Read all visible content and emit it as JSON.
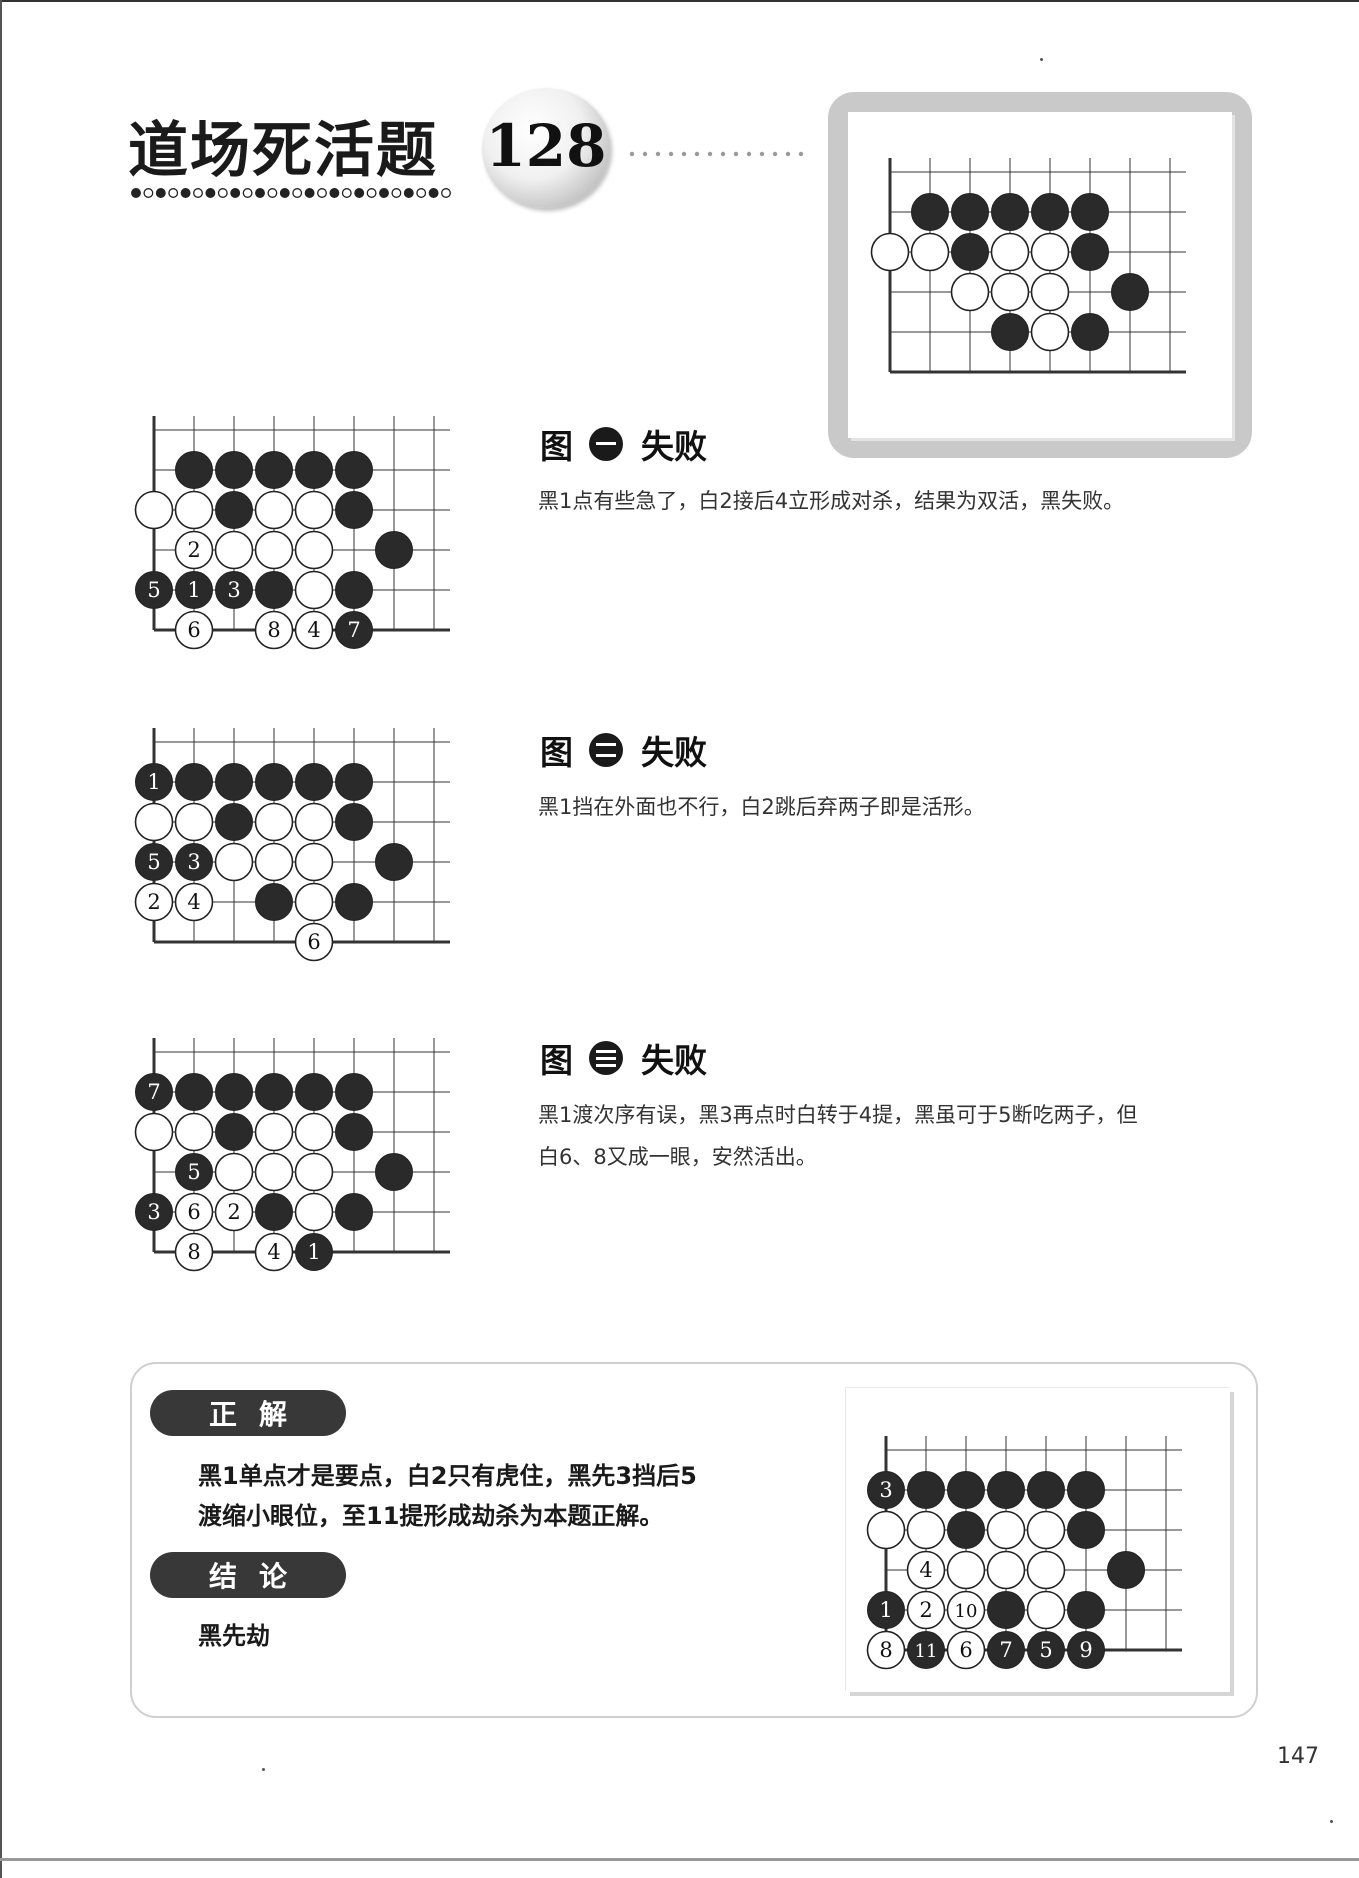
{
  "header": {
    "title": "道场死活题",
    "problem_number": "128"
  },
  "figures": [
    {
      "heading_prefix": "图",
      "order_icon": "circled-number-one-icon",
      "heading_result": "失败",
      "text_lines": [
        "黑1点有些急了，白2接后4立形成对杀，结果为双活，黑失败。"
      ]
    },
    {
      "heading_prefix": "图",
      "order_icon": "circled-number-two-icon",
      "heading_result": "失败",
      "text_lines": [
        "黑1挡在外面也不行，白2跳后弃两子即是活形。"
      ]
    },
    {
      "heading_prefix": "图",
      "order_icon": "circled-number-three-icon",
      "heading_result": "失败",
      "text_lines": [
        "黑1渡次序有误，黑3再点时白转于4提，黑虽可于5断吃两子，但",
        "白6、8又成一眼，安然活出。"
      ]
    }
  ],
  "answer": {
    "label": "正解",
    "text_lines": [
      "黑1单点才是要点，白2只有虎住，黑先3挡后5",
      "渡缩小眼位，至11提形成劫杀为本题正解。"
    ],
    "conclusion_label": "结论",
    "conclusion": "黑先劫"
  },
  "page_number": "147",
  "boards": {
    "main": {
      "stones": [
        {
          "c": "b",
          "col": 1,
          "row": 1
        },
        {
          "c": "b",
          "col": 2,
          "row": 1
        },
        {
          "c": "b",
          "col": 3,
          "row": 1
        },
        {
          "c": "b",
          "col": 4,
          "row": 1
        },
        {
          "c": "b",
          "col": 5,
          "row": 1
        },
        {
          "c": "w",
          "col": 0,
          "row": 2
        },
        {
          "c": "w",
          "col": 1,
          "row": 2
        },
        {
          "c": "b",
          "col": 2,
          "row": 2
        },
        {
          "c": "w",
          "col": 3,
          "row": 2
        },
        {
          "c": "w",
          "col": 4,
          "row": 2
        },
        {
          "c": "b",
          "col": 5,
          "row": 2
        },
        {
          "c": "w",
          "col": 2,
          "row": 3
        },
        {
          "c": "w",
          "col": 3,
          "row": 3
        },
        {
          "c": "w",
          "col": 4,
          "row": 3
        },
        {
          "c": "b",
          "col": 6,
          "row": 3
        },
        {
          "c": "b",
          "col": 3,
          "row": 4
        },
        {
          "c": "w",
          "col": 4,
          "row": 4
        },
        {
          "c": "b",
          "col": 5,
          "row": 4
        }
      ]
    },
    "fig1": {
      "stones": [
        {
          "c": "b",
          "col": 1,
          "row": 1
        },
        {
          "c": "b",
          "col": 2,
          "row": 1
        },
        {
          "c": "b",
          "col": 3,
          "row": 1
        },
        {
          "c": "b",
          "col": 4,
          "row": 1
        },
        {
          "c": "b",
          "col": 5,
          "row": 1
        },
        {
          "c": "w",
          "col": 0,
          "row": 2
        },
        {
          "c": "w",
          "col": 1,
          "row": 2
        },
        {
          "c": "b",
          "col": 2,
          "row": 2
        },
        {
          "c": "w",
          "col": 3,
          "row": 2
        },
        {
          "c": "w",
          "col": 4,
          "row": 2
        },
        {
          "c": "b",
          "col": 5,
          "row": 2
        },
        {
          "c": "w",
          "col": 1,
          "row": 3,
          "n": "2"
        },
        {
          "c": "w",
          "col": 2,
          "row": 3
        },
        {
          "c": "w",
          "col": 3,
          "row": 3
        },
        {
          "c": "w",
          "col": 4,
          "row": 3
        },
        {
          "c": "b",
          "col": 6,
          "row": 3
        },
        {
          "c": "b",
          "col": 0,
          "row": 4,
          "n": "5"
        },
        {
          "c": "b",
          "col": 1,
          "row": 4,
          "n": "1"
        },
        {
          "c": "b",
          "col": 2,
          "row": 4,
          "n": "3"
        },
        {
          "c": "b",
          "col": 3,
          "row": 4
        },
        {
          "c": "w",
          "col": 4,
          "row": 4
        },
        {
          "c": "b",
          "col": 5,
          "row": 4
        },
        {
          "c": "w",
          "col": 1,
          "row": 5,
          "n": "6"
        },
        {
          "c": "w",
          "col": 3,
          "row": 5,
          "n": "8"
        },
        {
          "c": "w",
          "col": 4,
          "row": 5,
          "n": "4"
        },
        {
          "c": "b",
          "col": 5,
          "row": 5,
          "n": "7"
        }
      ]
    },
    "fig2": {
      "stones": [
        {
          "c": "b",
          "col": 0,
          "row": 1,
          "n": "1"
        },
        {
          "c": "b",
          "col": 1,
          "row": 1
        },
        {
          "c": "b",
          "col": 2,
          "row": 1
        },
        {
          "c": "b",
          "col": 3,
          "row": 1
        },
        {
          "c": "b",
          "col": 4,
          "row": 1
        },
        {
          "c": "b",
          "col": 5,
          "row": 1
        },
        {
          "c": "w",
          "col": 0,
          "row": 2
        },
        {
          "c": "w",
          "col": 1,
          "row": 2
        },
        {
          "c": "b",
          "col": 2,
          "row": 2
        },
        {
          "c": "w",
          "col": 3,
          "row": 2
        },
        {
          "c": "w",
          "col": 4,
          "row": 2
        },
        {
          "c": "b",
          "col": 5,
          "row": 2
        },
        {
          "c": "b",
          "col": 0,
          "row": 3,
          "n": "5"
        },
        {
          "c": "b",
          "col": 1,
          "row": 3,
          "n": "3"
        },
        {
          "c": "w",
          "col": 2,
          "row": 3
        },
        {
          "c": "w",
          "col": 3,
          "row": 3
        },
        {
          "c": "w",
          "col": 4,
          "row": 3
        },
        {
          "c": "b",
          "col": 6,
          "row": 3
        },
        {
          "c": "w",
          "col": 0,
          "row": 4,
          "n": "2"
        },
        {
          "c": "w",
          "col": 1,
          "row": 4,
          "n": "4"
        },
        {
          "c": "b",
          "col": 3,
          "row": 4
        },
        {
          "c": "w",
          "col": 4,
          "row": 4
        },
        {
          "c": "b",
          "col": 5,
          "row": 4
        },
        {
          "c": "w",
          "col": 4,
          "row": 5,
          "n": "6"
        }
      ]
    },
    "fig3": {
      "stones": [
        {
          "c": "b",
          "col": 0,
          "row": 1,
          "n": "7"
        },
        {
          "c": "b",
          "col": 1,
          "row": 1
        },
        {
          "c": "b",
          "col": 2,
          "row": 1
        },
        {
          "c": "b",
          "col": 3,
          "row": 1
        },
        {
          "c": "b",
          "col": 4,
          "row": 1
        },
        {
          "c": "b",
          "col": 5,
          "row": 1
        },
        {
          "c": "w",
          "col": 0,
          "row": 2
        },
        {
          "c": "w",
          "col": 1,
          "row": 2
        },
        {
          "c": "b",
          "col": 2,
          "row": 2
        },
        {
          "c": "w",
          "col": 3,
          "row": 2
        },
        {
          "c": "w",
          "col": 4,
          "row": 2
        },
        {
          "c": "b",
          "col": 5,
          "row": 2
        },
        {
          "c": "b",
          "col": 1,
          "row": 3,
          "n": "5"
        },
        {
          "c": "w",
          "col": 2,
          "row": 3
        },
        {
          "c": "w",
          "col": 3,
          "row": 3
        },
        {
          "c": "w",
          "col": 4,
          "row": 3
        },
        {
          "c": "b",
          "col": 6,
          "row": 3
        },
        {
          "c": "b",
          "col": 0,
          "row": 4,
          "n": "3"
        },
        {
          "c": "w",
          "col": 1,
          "row": 4,
          "n": "6"
        },
        {
          "c": "w",
          "col": 2,
          "row": 4,
          "n": "2"
        },
        {
          "c": "b",
          "col": 3,
          "row": 4
        },
        {
          "c": "w",
          "col": 4,
          "row": 4
        },
        {
          "c": "b",
          "col": 5,
          "row": 4
        },
        {
          "c": "w",
          "col": 1,
          "row": 5,
          "n": "8"
        },
        {
          "c": "w",
          "col": 3,
          "row": 5,
          "n": "4"
        },
        {
          "c": "b",
          "col": 4,
          "row": 5,
          "n": "1"
        }
      ]
    },
    "answer": {
      "stones": [
        {
          "c": "b",
          "col": 0,
          "row": 1,
          "n": "3"
        },
        {
          "c": "b",
          "col": 1,
          "row": 1
        },
        {
          "c": "b",
          "col": 2,
          "row": 1
        },
        {
          "c": "b",
          "col": 3,
          "row": 1
        },
        {
          "c": "b",
          "col": 4,
          "row": 1
        },
        {
          "c": "b",
          "col": 5,
          "row": 1
        },
        {
          "c": "w",
          "col": 0,
          "row": 2
        },
        {
          "c": "w",
          "col": 1,
          "row": 2
        },
        {
          "c": "b",
          "col": 2,
          "row": 2
        },
        {
          "c": "w",
          "col": 3,
          "row": 2
        },
        {
          "c": "w",
          "col": 4,
          "row": 2
        },
        {
          "c": "b",
          "col": 5,
          "row": 2
        },
        {
          "c": "w",
          "col": 1,
          "row": 3,
          "n": "4"
        },
        {
          "c": "w",
          "col": 2,
          "row": 3
        },
        {
          "c": "w",
          "col": 3,
          "row": 3
        },
        {
          "c": "w",
          "col": 4,
          "row": 3
        },
        {
          "c": "b",
          "col": 6,
          "row": 3
        },
        {
          "c": "b",
          "col": 0,
          "row": 4,
          "n": "1"
        },
        {
          "c": "w",
          "col": 1,
          "row": 4,
          "n": "2"
        },
        {
          "c": "w",
          "col": 2,
          "row": 4,
          "n": "10"
        },
        {
          "c": "b",
          "col": 3,
          "row": 4
        },
        {
          "c": "w",
          "col": 4,
          "row": 4
        },
        {
          "c": "b",
          "col": 5,
          "row": 4
        },
        {
          "c": "w",
          "col": 0,
          "row": 5,
          "n": "8"
        },
        {
          "c": "b",
          "col": 1,
          "row": 5,
          "n": "11"
        },
        {
          "c": "w",
          "col": 2,
          "row": 5,
          "n": "6"
        },
        {
          "c": "b",
          "col": 3,
          "row": 5,
          "n": "7"
        },
        {
          "c": "b",
          "col": 4,
          "row": 5,
          "n": "5"
        },
        {
          "c": "b",
          "col": 5,
          "row": 5,
          "n": "9"
        }
      ]
    }
  }
}
